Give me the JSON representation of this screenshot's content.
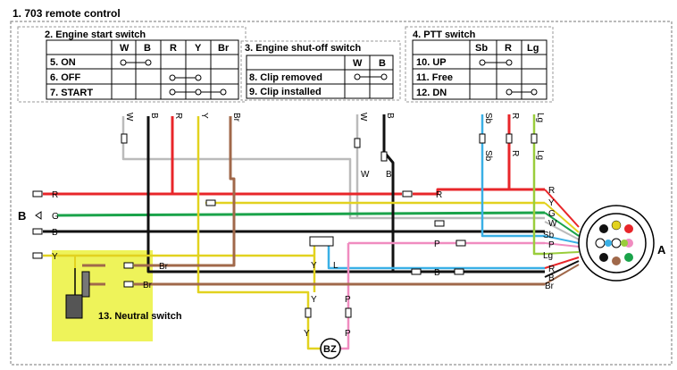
{
  "title": "1. 703 remote control",
  "colors": {
    "R": "#e8262a",
    "G": "#1aa34a",
    "B": "#111111",
    "Y": "#e2d21f",
    "W": "#d0d0d0",
    "Sb": "#3ab0e6",
    "P": "#f08cc0",
    "Lg": "#9acd3c",
    "Br": "#a0684a",
    "neutral_bg": "#eef35a"
  },
  "engine_start": {
    "title": "2. Engine start switch",
    "cols": [
      "W",
      "B",
      "R",
      "Y",
      "Br"
    ],
    "rows": [
      "5. ON",
      "6. OFF",
      "7. START"
    ]
  },
  "shutoff": {
    "title": "3. Engine shut-off switch",
    "cols": [
      "W",
      "B"
    ],
    "rows": [
      "8. Clip removed",
      "9. Clip installed"
    ]
  },
  "ptt": {
    "title": "4. PTT switch",
    "cols": [
      "Sb",
      "R",
      "Lg"
    ],
    "rows": [
      "10. UP",
      "11. Free",
      "12. DN"
    ]
  },
  "neutral": {
    "title": "13. Neutral switch"
  },
  "buzzer": "BZ",
  "connector_label": "A",
  "harness_label": "B",
  "wire_labels": {
    "R": "R",
    "G": "G",
    "B": "B",
    "Y": "Y",
    "W": "W",
    "Sb": "Sb",
    "P": "P",
    "Lg": "Lg",
    "Br": "Br",
    "L": "L"
  },
  "connector_pins": [
    "R",
    "Y",
    "G",
    "W",
    "Sb",
    "P",
    "Lg",
    "R",
    "B",
    "Br"
  ]
}
